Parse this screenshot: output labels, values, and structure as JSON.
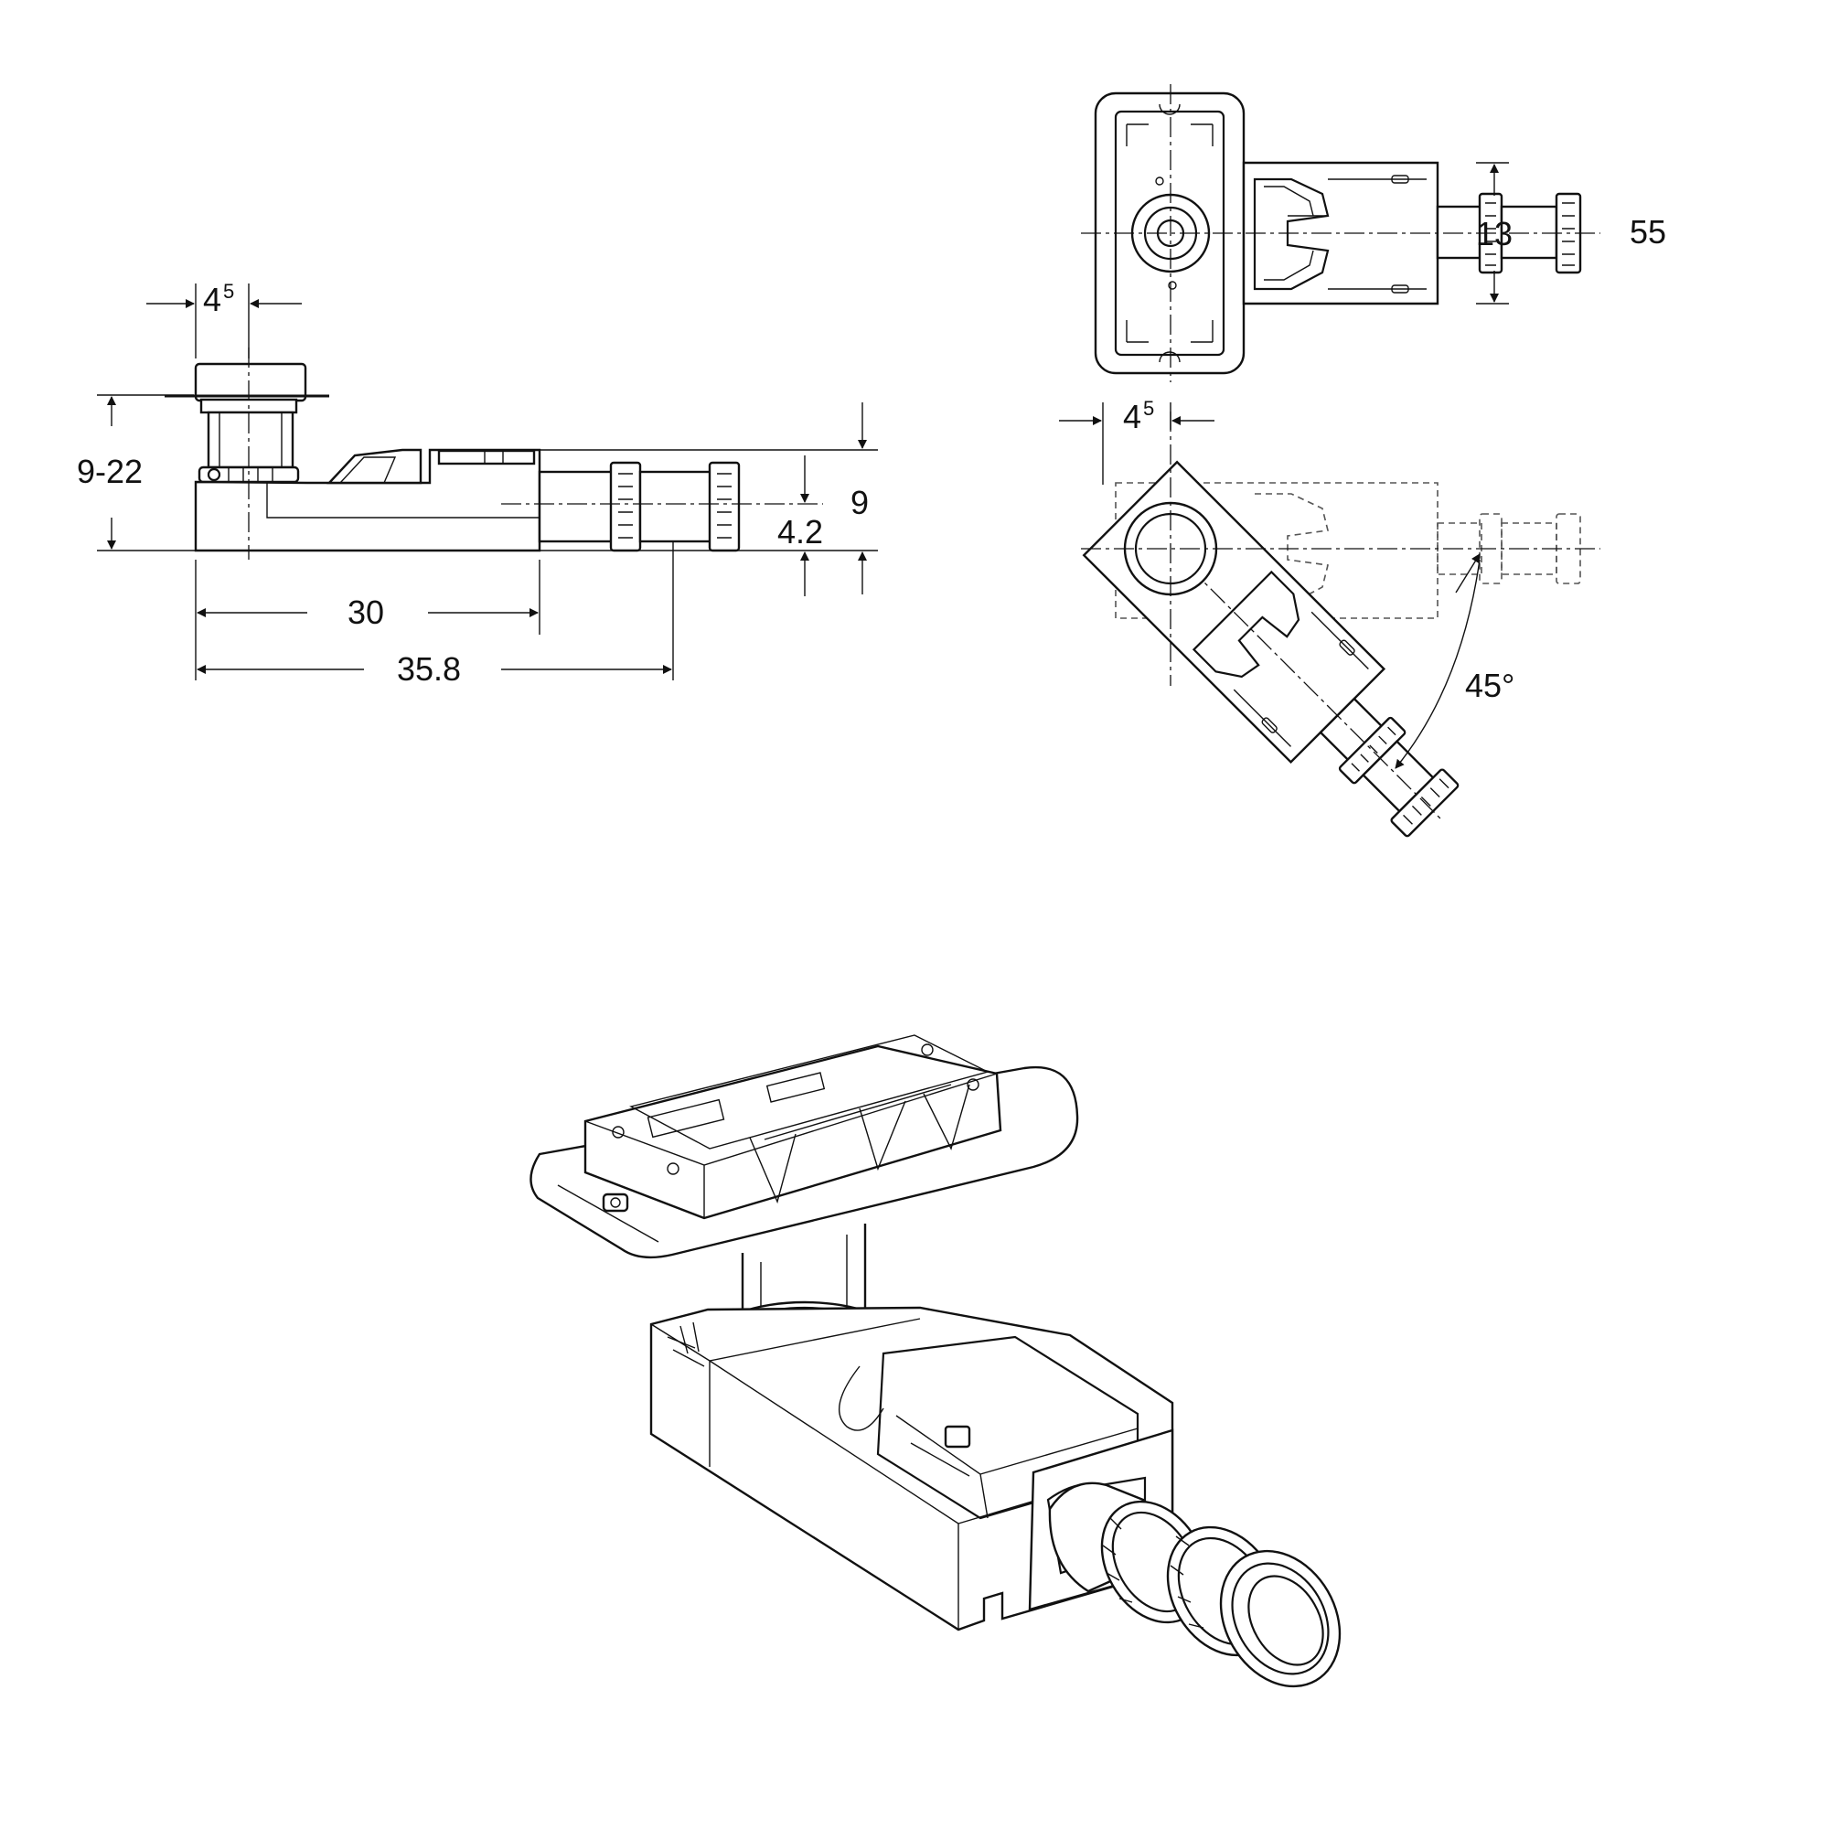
{
  "side_view": {
    "dim_top_base": "4",
    "dim_top_exp": "5",
    "dim_height": "9-22",
    "dim_pipe_height": "9",
    "dim_axis_height": "4.2",
    "dim_length_body": "30",
    "dim_length_total": "35.8"
  },
  "top_view": {
    "dim_outlet_length": "13",
    "dim_outlet_diameter": "55"
  },
  "rotated_view": {
    "dim_top_base": "4",
    "dim_top_exp": "5",
    "dim_angle": "45°"
  }
}
